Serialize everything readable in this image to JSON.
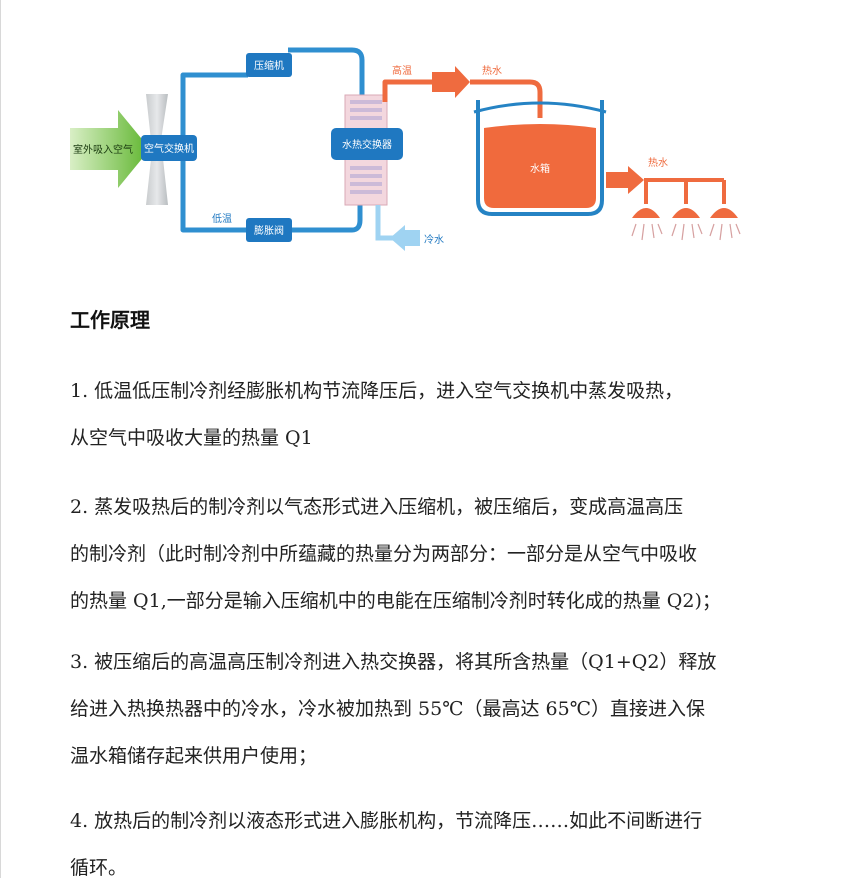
{
  "diagram": {
    "outdoor_air_label": "室外吸入空气",
    "air_exchanger_label": "空气交换机",
    "compressor_label": "压缩机",
    "expansion_valve_label": "膨胀阀",
    "water_heat_exchanger_label": "水热交换器",
    "high_temp_label": "高温",
    "low_temp_label": "低温",
    "hot_water_label_1": "热水",
    "hot_water_label_2": "热水",
    "cold_water_label": "冷水",
    "water_tank_label": "水箱",
    "colors": {
      "pipe_blue": "#2f8fd0",
      "box_blue": "#1f78c1",
      "hot_orange": "#ef6b3f",
      "tank_fill": "#f06a3d",
      "tank_outline": "#2583c4",
      "cold_light_blue": "#9fd3f2",
      "air_green": "#6abf3a"
    }
  },
  "content": {
    "section_title": "工作原理",
    "paragraphs": [
      [
        "1. 低温低压制冷剂经膨胀机构节流降压后，进入空气交换机中蒸发吸热，",
        "从空气中吸收大量的热量 Q1"
      ],
      [
        "2. 蒸发吸热后的制冷剂以气态形式进入压缩机，被压缩后，变成高温高压",
        "的制冷剂（此时制冷剂中所蕴藏的热量分为两部分：一部分是从空气中吸收",
        "的热量 Q1,一部分是输入压缩机中的电能在压缩制冷剂时转化成的热量 Q2)；"
      ],
      [
        "3. 被压缩后的高温高压制冷剂进入热交换器，将其所含热量（Q1+Q2）释放",
        "给进入热换热器中的冷水，冷水被加热到 55℃（最高达 65℃）直接进入保",
        "温水箱储存起来供用户使用；"
      ],
      [
        "4. 放热后的制冷剂以液态形式进入膨胀机构，节流降压……如此不间断进行",
        "循环。"
      ]
    ]
  }
}
